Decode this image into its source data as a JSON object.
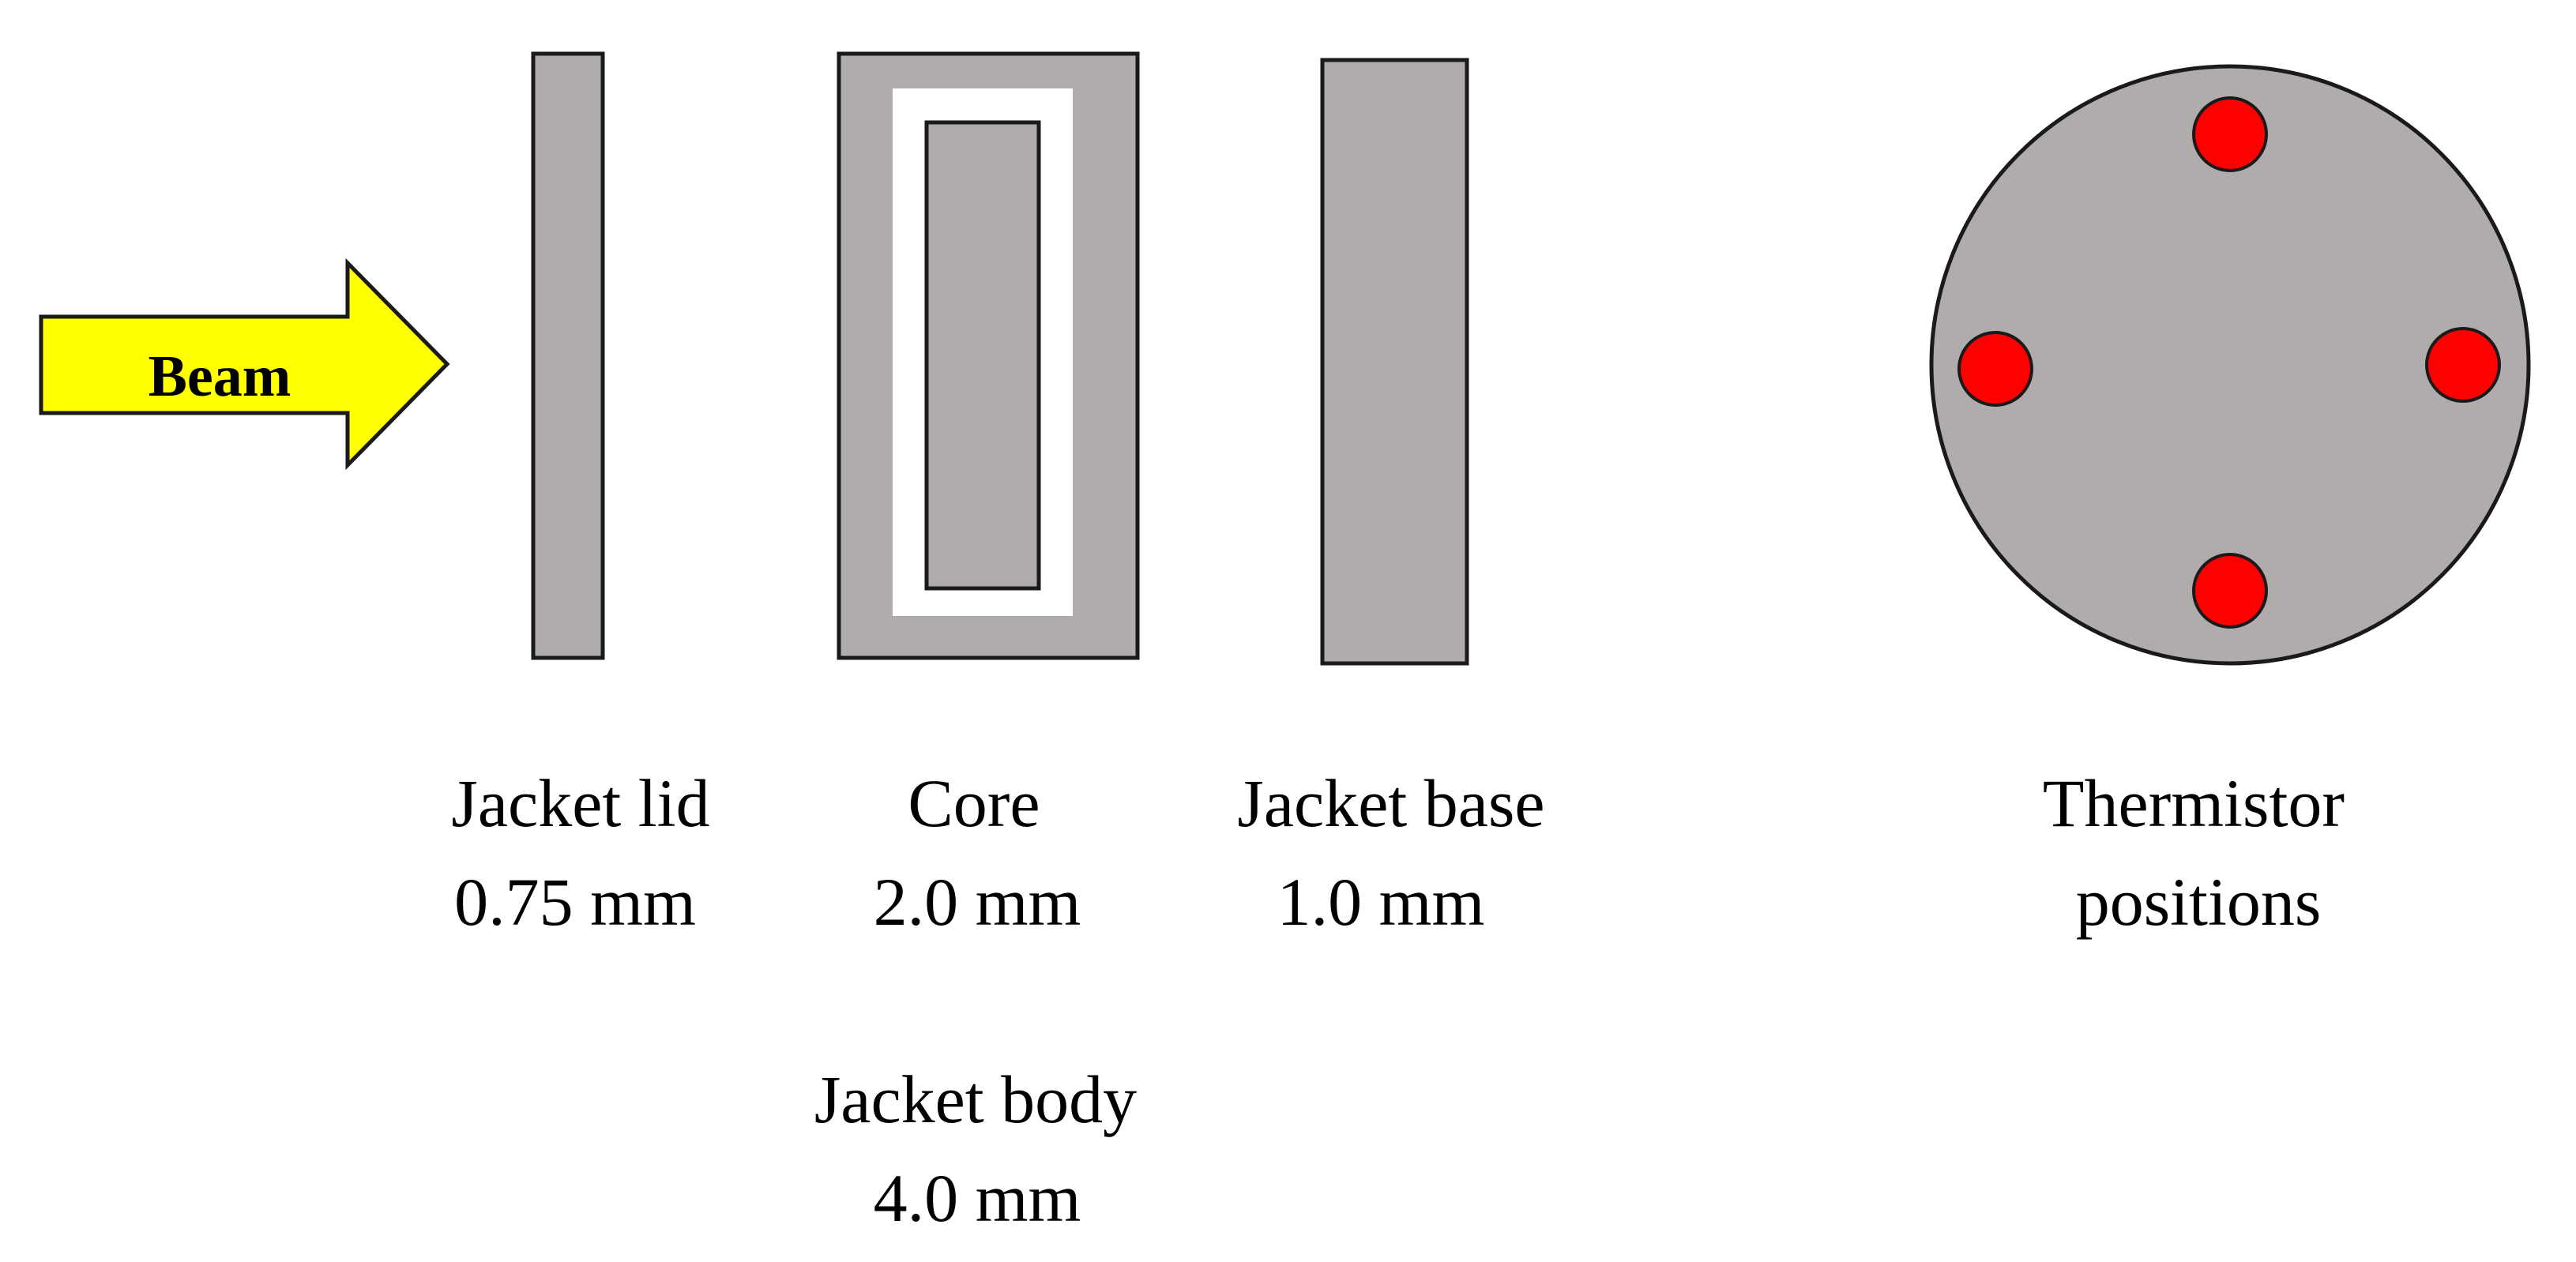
{
  "arrow": {
    "label": "Beam"
  },
  "components": {
    "jacket_lid": {
      "name": "Jacket lid",
      "thickness": "0.75 mm"
    },
    "core": {
      "name": "Core",
      "thickness": "2.0 mm"
    },
    "jacket_base": {
      "name": "Jacket base",
      "thickness": "1.0 mm"
    },
    "jacket_body": {
      "name": "Jacket body",
      "thickness": "4.0 mm"
    }
  },
  "thermistor": {
    "title_line1": "Thermistor",
    "title_line2": "positions",
    "count": 4
  },
  "colors": {
    "part_fill": "#b0acab",
    "outline": "#1a1a1a",
    "gap_fill": "#ffffff",
    "arrow_fill": "#ffff00",
    "thermistor_fill": "#ff0000"
  }
}
